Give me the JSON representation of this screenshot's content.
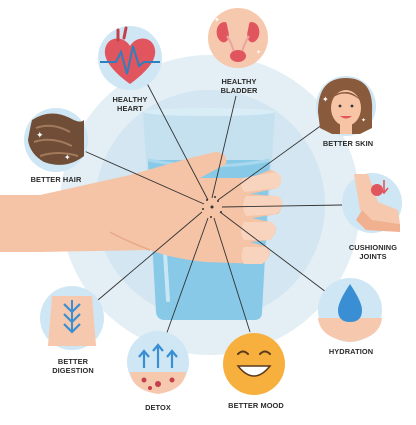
{
  "labels": {
    "heart": [
      "HEALTHY",
      "HEART"
    ],
    "bladder": [
      "HEALTHY",
      "BLADDER"
    ],
    "skin": [
      "BETTER SKIN"
    ],
    "hair": [
      "BETTER HAIR"
    ],
    "joints": [
      "CUSHIONING",
      "JOINTS"
    ],
    "hydration": [
      "HYDRATION"
    ],
    "mood": [
      "BETTER MOOD"
    ],
    "detox": [
      "DETOX"
    ],
    "digestion": [
      "BETTER",
      "DIGESTION"
    ]
  },
  "colors": {
    "halo_outer": "#e3eef5",
    "halo_inner": "#cfe3ef",
    "water": "#7fc6e6",
    "glass": "#b9dbec",
    "skin": "#f5c3a6",
    "icon_circle": "#f6c8ad",
    "icon_circle_blue": "#cfe6f4",
    "heart_red": "#e0555e",
    "mood_yellow": "#f7b03e",
    "drop_blue": "#3a8fd4",
    "hair_brown": "#6f4d36",
    "line": "#333333"
  },
  "icons": [
    "heart-icon",
    "kidneys-icon",
    "face-icon",
    "hair-icon",
    "knee-joint-icon",
    "water-drop-icon",
    "smiley-icon",
    "detox-arrows-icon",
    "digestion-icon"
  ]
}
